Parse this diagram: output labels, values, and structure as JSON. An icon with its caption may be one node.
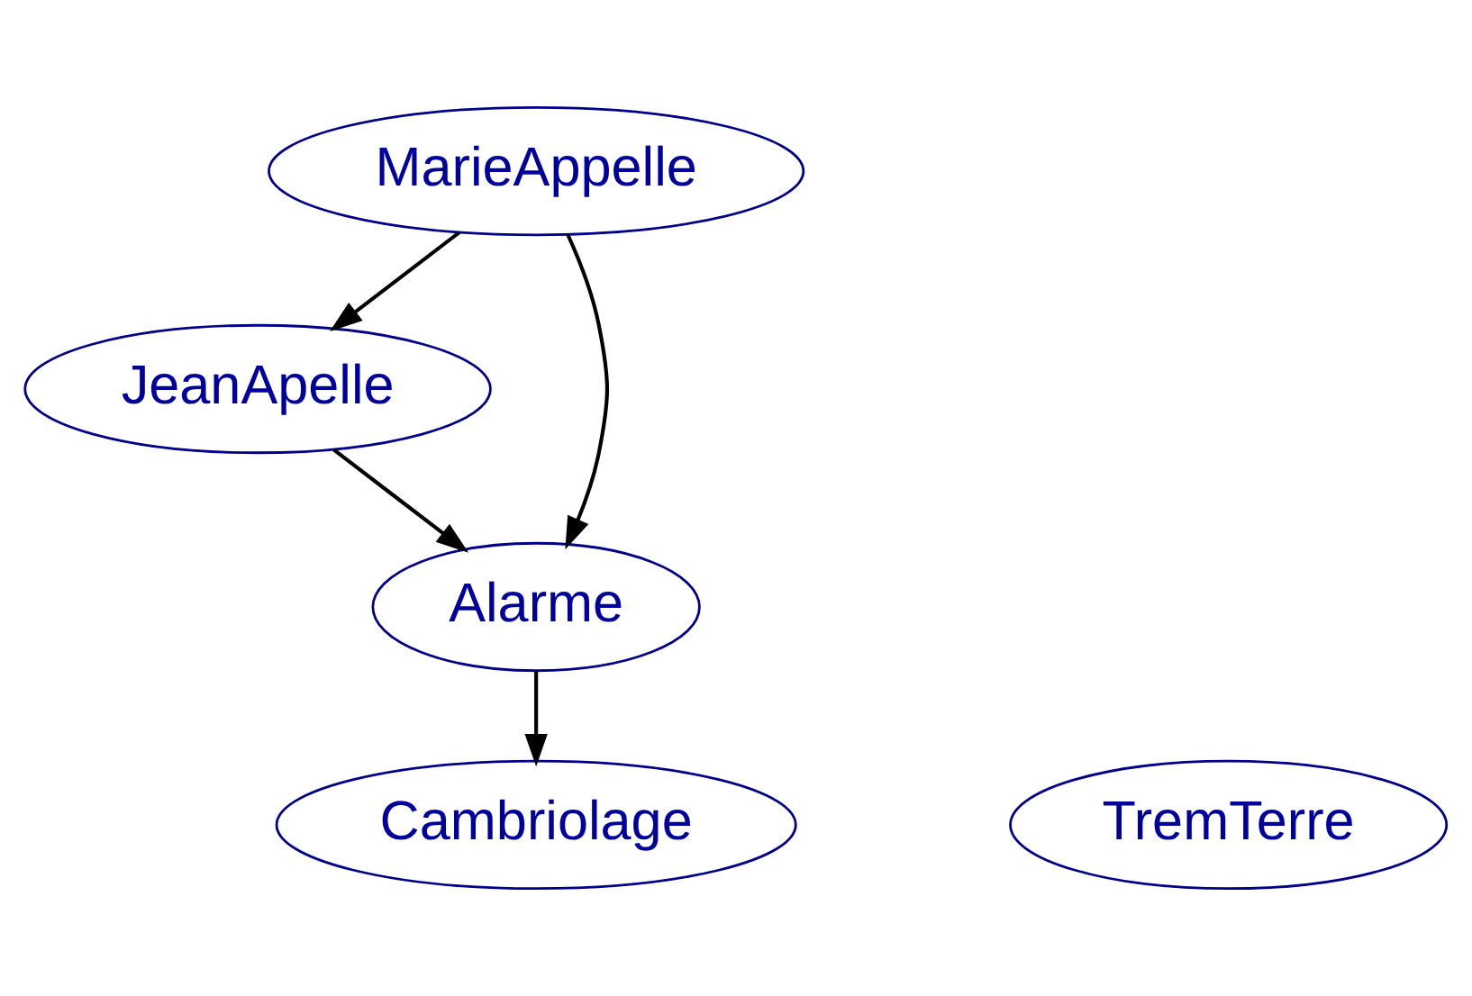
{
  "diagram": {
    "nodes": [
      {
        "text": [
          "MarieAppelle"
        ]
      },
      {
        "text": [
          "JeanApelle"
        ]
      },
      {
        "text": [
          "Alarme"
        ]
      },
      {
        "text": [
          "Cambriolage"
        ]
      },
      {
        "text": [
          "TremTerre"
        ]
      }
    ],
    "edges": [
      {
        "from": 0,
        "to": 2,
        "arrow": "to"
      },
      {
        "from": 0,
        "to": 1,
        "arrow": "to"
      },
      {
        "from": 1,
        "to": 2,
        "arrow": "to"
      },
      {
        "from": 2,
        "to": 3,
        "arrow": "to"
      }
    ]
  }
}
